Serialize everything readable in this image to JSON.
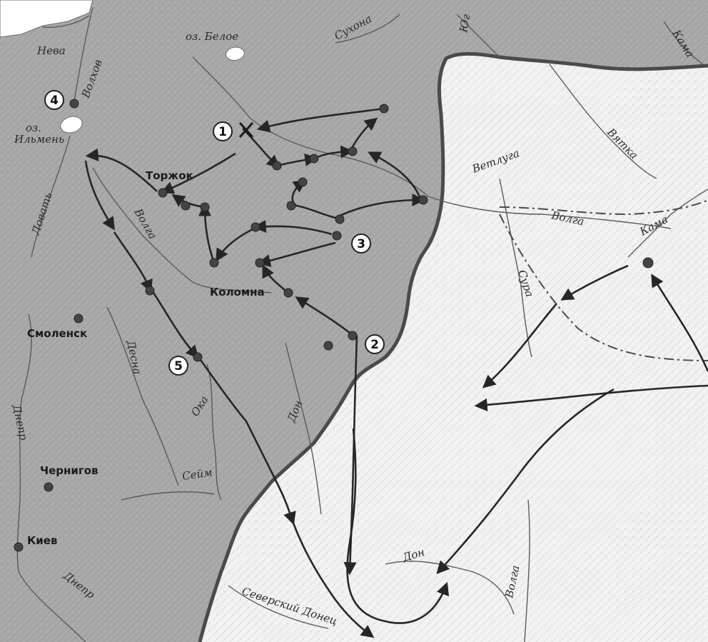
{
  "map": {
    "colors": {
      "russia_fill": "#a7a7a7",
      "steppe_fill": "#f1f1f1",
      "border": "#4a4a4a",
      "river": "#5a5a5a",
      "route": "#262626",
      "city": "#444444"
    },
    "cities": [
      {
        "key": "torzhok",
        "label": "Торжок"
      },
      {
        "key": "kolomna",
        "label": "Коломна"
      },
      {
        "key": "smolensk",
        "label": "Смоленск"
      },
      {
        "key": "chernigov",
        "label": "Чернигов"
      },
      {
        "key": "kiev",
        "label": "Киев"
      }
    ],
    "rivers": [
      {
        "key": "neva",
        "label": "Нева"
      },
      {
        "key": "volkhov",
        "label": "Волхов"
      },
      {
        "key": "ilmen",
        "label": "оз. Ильмень"
      },
      {
        "key": "beloe",
        "label": "оз. Белое"
      },
      {
        "key": "sukhona",
        "label": "Сухона"
      },
      {
        "key": "yug",
        "label": "Юг"
      },
      {
        "key": "kama-north",
        "label": "Кама"
      },
      {
        "key": "vyatka",
        "label": "Вятка"
      },
      {
        "key": "vetluga",
        "label": "Ветлуга"
      },
      {
        "key": "volga-east",
        "label": "Волга"
      },
      {
        "key": "kama-east",
        "label": "Кама"
      },
      {
        "key": "sura",
        "label": "Сура"
      },
      {
        "key": "lovat",
        "label": "Ловать"
      },
      {
        "key": "volga-west",
        "label": "Волга"
      },
      {
        "key": "desna",
        "label": "Десна"
      },
      {
        "key": "oka",
        "label": "Ока"
      },
      {
        "key": "don-north",
        "label": "Дон"
      },
      {
        "key": "dnepr-west",
        "label": "Днепр"
      },
      {
        "key": "seym",
        "label": "Сейм"
      },
      {
        "key": "dnepr-south",
        "label": "Днепр"
      },
      {
        "key": "severskiy-donets",
        "label": "Северский Донец"
      },
      {
        "key": "don-south",
        "label": "Дон"
      },
      {
        "key": "volga-south",
        "label": "Волга"
      }
    ],
    "markers": [
      {
        "key": "1",
        "label": "1"
      },
      {
        "key": "2",
        "label": "2"
      },
      {
        "key": "3",
        "label": "3"
      },
      {
        "key": "4",
        "label": "4"
      },
      {
        "key": "5",
        "label": "5"
      }
    ]
  }
}
